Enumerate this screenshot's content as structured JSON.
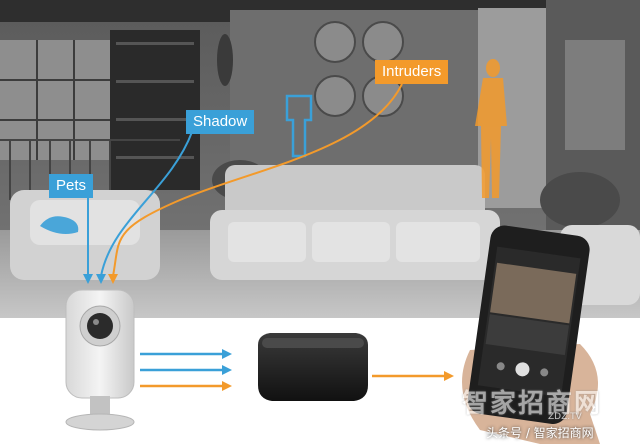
{
  "labels": {
    "pets": "Pets",
    "shadow": "Shadow",
    "intruders": "Intruders"
  },
  "watermark": {
    "logo_text": "智家招商网",
    "logo_sub": "ZDZ.TV",
    "caption": "头条号 / 智家招商网"
  },
  "colors": {
    "blue": "#3aa0d8",
    "orange": "#f39a2b",
    "scene_dark": "#3a3a3a",
    "floor_white": "#ffffff"
  },
  "icons": [
    "camera-icon",
    "hub-icon",
    "phone-icon",
    "hand-icon",
    "pet-outline-icon",
    "shadow-outline-icon",
    "intruder-figure-icon"
  ]
}
